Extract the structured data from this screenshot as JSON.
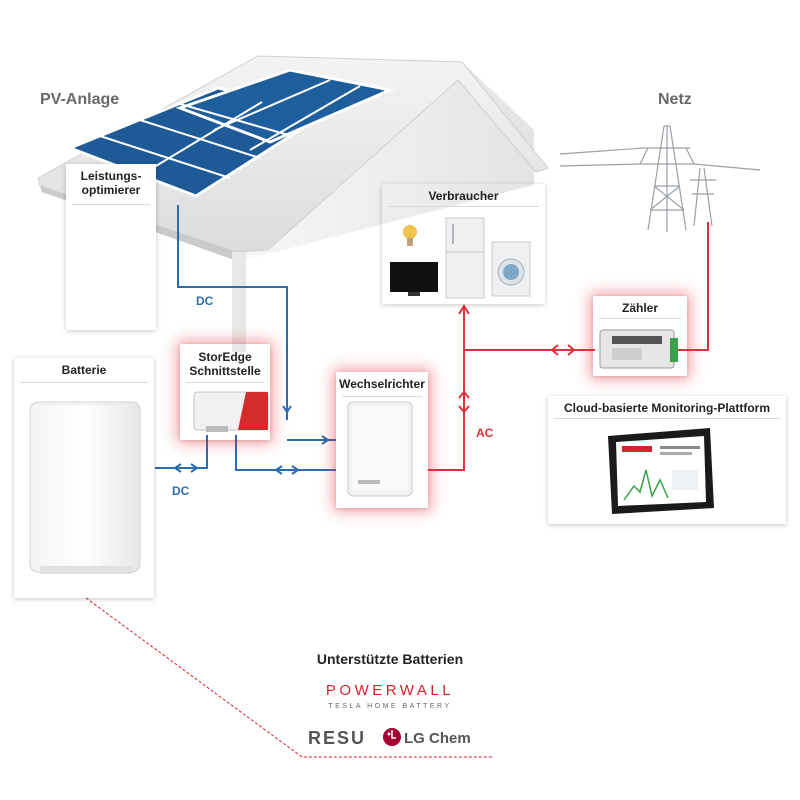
{
  "labels": {
    "pv": "PV-Anlage",
    "netz": "Netz",
    "dc_upper": "DC",
    "dc_lower": "DC",
    "ac": "AC"
  },
  "cards": {
    "optimizer": "Leistungs-\noptimierer",
    "consumer": "Verbraucher",
    "meter": "Zähler",
    "battery": "Batterie",
    "storedge": "StorEdge\nSchnittstelle",
    "inverter": "Wechselrichter",
    "cloud": "Cloud-basierte Monitoring-Plattform"
  },
  "supported": {
    "heading": "Unterstützte Batterien",
    "powerwall": "POWERWALL",
    "powerwall_sub": "TESLA HOME BATTERY",
    "resu": "RESU",
    "lgchem": "LG Chem"
  },
  "colors": {
    "dc": "#2b6cb0",
    "ac": "#e0303a",
    "glow": "#e62832",
    "panel": "#1e5a96"
  }
}
